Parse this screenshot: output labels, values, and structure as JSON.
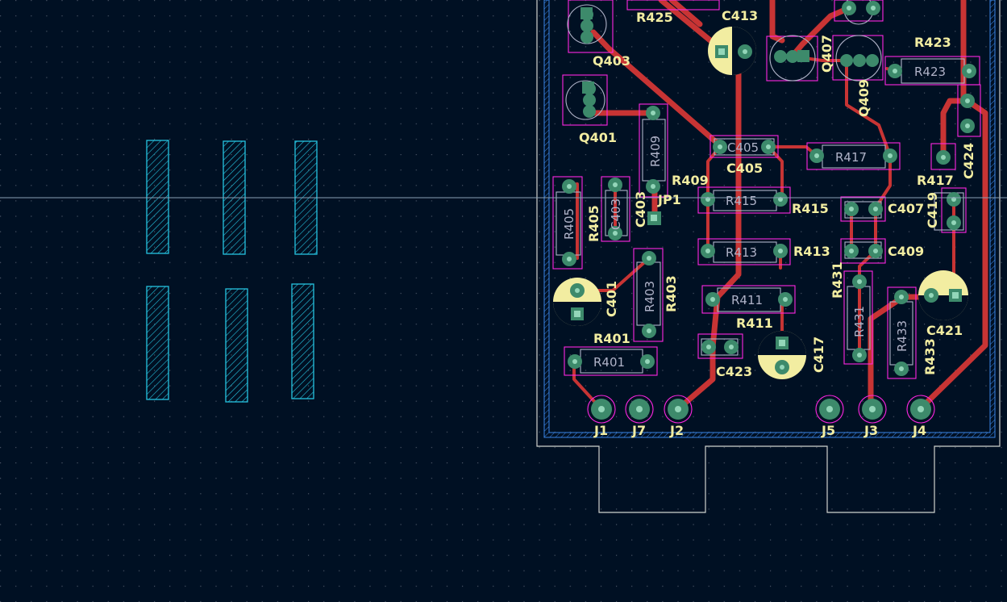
{
  "colors": {
    "background": "#001023",
    "grid": "#5a6270",
    "track": "#c83434",
    "pad": "#3d8a6b",
    "pad_inner": "#93d6b9",
    "silk": "#f2eda1",
    "courtyard": "#ff26e2",
    "fab": "#b0b3c8",
    "edge": "#d0d2cd",
    "keepout": "#3a85e6",
    "zone": "#26c4e0",
    "crosshair": "#8aa0b5"
  },
  "references": [
    "R425",
    "C413",
    "Q403",
    "R423",
    "Q407",
    "Q409",
    "Q401",
    "R409",
    "C405",
    "R417",
    "C424",
    "R417",
    "C419",
    "R405",
    "C403",
    "JP1",
    "R415",
    "C407",
    "C409",
    "R413",
    "R431",
    "C401",
    "R403",
    "R411",
    "C421",
    "R433",
    "R401",
    "C417",
    "C423",
    "J1",
    "J7",
    "J2",
    "J5",
    "J3",
    "J4"
  ],
  "values": [
    "R423",
    "R409",
    "C405",
    "R417",
    "R405",
    "C403",
    "R415",
    "R413",
    "R411",
    "R403",
    "R401",
    "R433",
    "R431"
  ]
}
